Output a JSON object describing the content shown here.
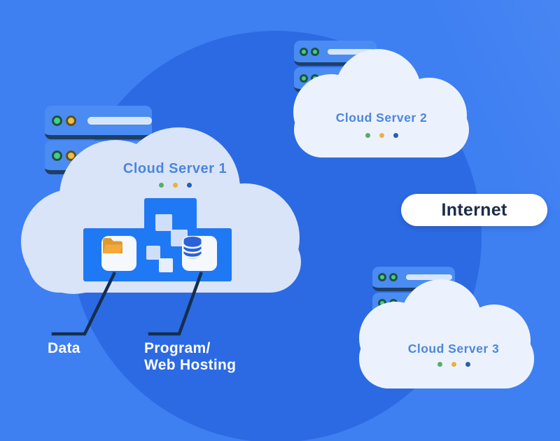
{
  "clouds": [
    {
      "title": "Cloud Server 1"
    },
    {
      "title": "Cloud Server 2"
    },
    {
      "title": "Cloud Server 3"
    }
  ],
  "internet": {
    "label": "Internet"
  },
  "callouts": {
    "data": "Data",
    "program_line1": "Program/",
    "program_line2": "Web Hosting"
  },
  "icons": [
    "server-rack-icon",
    "cloud-icon",
    "folder-icon",
    "database-icon",
    "led-indicator-icon",
    "pixel-square-icon",
    "data-center-building-icon"
  ],
  "colors": {
    "background_base": "#3E7FF2",
    "background_circle": "#2C6AE3",
    "rack_body": "#4A8CF2",
    "rack_frame": "#1E3F66",
    "rack_bar_light": "#D7E5FB",
    "rack_bar_blue": "#AECBF8",
    "led_green": "#46CD86",
    "led_green_ring": "#1F5243",
    "led_amber": "#E9C04B",
    "led_amber_ring": "#63511B",
    "cloud_large_fill": "#D9E4F8",
    "cloud_small_fill": "#ECF2FD",
    "cloud_title_text": "#4B86DE",
    "building_blue": "#2079F4",
    "tile_white": "#F5F9FE",
    "pixel_light": "#CFDFF9",
    "pixel_lighter": "#E8EFFC",
    "folder_amber": "#F4A93C",
    "folder_amber_dark": "#DE9A2E",
    "database_blue": "#2B62D9",
    "leader_line": "#142F4E",
    "callout_text": "#FFFFFF",
    "dot_green": "#55AE68",
    "dot_amber": "#E7B23F",
    "dot_blue": "#2B5EAE",
    "internet_bg": "#FFFFFF",
    "internet_text": "#1B2B4B"
  }
}
